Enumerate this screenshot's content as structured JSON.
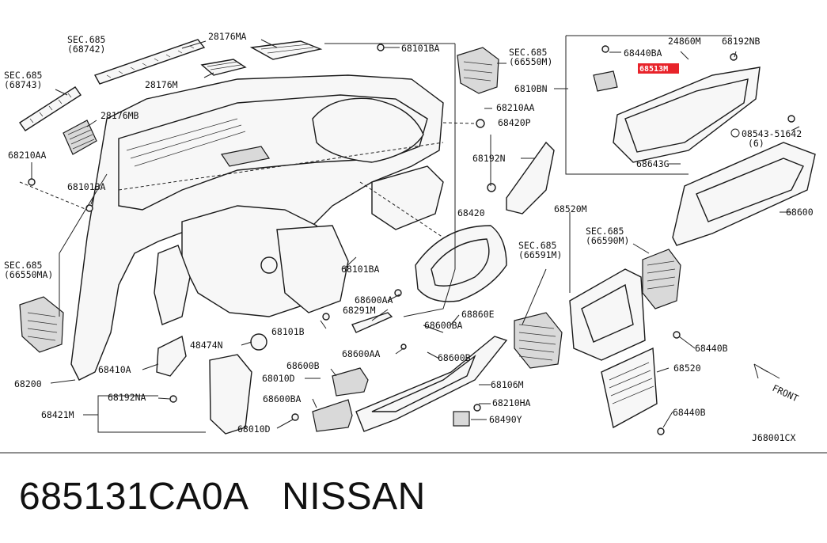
{
  "diagram": {
    "labels": [
      {
        "id": "sec685-68742-a",
        "text": "SEC.685"
      },
      {
        "id": "sec685-68742-b",
        "text": "(68742)"
      },
      {
        "id": "p28176MA",
        "text": "28176MA"
      },
      {
        "id": "sec685-68743-a",
        "text": "SEC.685"
      },
      {
        "id": "sec685-68743-b",
        "text": "(68743)"
      },
      {
        "id": "p28176M",
        "text": "28176M"
      },
      {
        "id": "p28176MB",
        "text": "28176MB"
      },
      {
        "id": "p68210AA-left",
        "text": "68210AA"
      },
      {
        "id": "p68101BA-top",
        "text": "68101BA"
      },
      {
        "id": "sec685-66550M-a",
        "text": "SEC.685"
      },
      {
        "id": "sec685-66550M-b",
        "text": "(66550M)"
      },
      {
        "id": "p6810BN",
        "text": "6810BN"
      },
      {
        "id": "p68440BA",
        "text": "68440BA"
      },
      {
        "id": "p24860M",
        "text": "24860M"
      },
      {
        "id": "p68192NB",
        "text": "68192NB"
      },
      {
        "id": "p68210AA-mid",
        "text": "68210AA"
      },
      {
        "id": "p68420P",
        "text": "68420P"
      },
      {
        "id": "p08543",
        "text": "08543-51642"
      },
      {
        "id": "p08543-qty",
        "text": "(6)"
      },
      {
        "id": "p68192N",
        "text": "68192N"
      },
      {
        "id": "p68643G",
        "text": "68643G"
      },
      {
        "id": "p68101BA-left",
        "text": "68101BA"
      },
      {
        "id": "p68420",
        "text": "68420"
      },
      {
        "id": "p68520M",
        "text": "68520M"
      },
      {
        "id": "p68600",
        "text": "68600"
      },
      {
        "id": "sec685-66590M-a",
        "text": "SEC.685"
      },
      {
        "id": "sec685-66590M-b",
        "text": "(66590M)"
      },
      {
        "id": "sec685-66591M-a",
        "text": "SEC.685"
      },
      {
        "id": "sec685-66591M-b",
        "text": "(66591M)"
      },
      {
        "id": "sec685-66550MA-a",
        "text": "SEC.685"
      },
      {
        "id": "sec685-66550MA-b",
        "text": "(66550MA)"
      },
      {
        "id": "p68101BA-mid",
        "text": "68101BA"
      },
      {
        "id": "p68600AA-a",
        "text": "68600AA"
      },
      {
        "id": "p68291M",
        "text": "68291M"
      },
      {
        "id": "p68860E",
        "text": "68860E"
      },
      {
        "id": "p68600BA",
        "text": "68600BA"
      },
      {
        "id": "p68101B",
        "text": "68101B"
      },
      {
        "id": "p48474N",
        "text": "48474N"
      },
      {
        "id": "p68600AA-b",
        "text": "68600AA"
      },
      {
        "id": "p68600B-a",
        "text": "68600B"
      },
      {
        "id": "p68600B-b",
        "text": "68600B"
      },
      {
        "id": "p68410A",
        "text": "68410A"
      },
      {
        "id": "p68440B-a",
        "text": "68440B"
      },
      {
        "id": "p68010D-a",
        "text": "68010D"
      },
      {
        "id": "p68106M",
        "text": "68106M"
      },
      {
        "id": "p68520",
        "text": "68520"
      },
      {
        "id": "p68200",
        "text": "68200"
      },
      {
        "id": "p68192NA",
        "text": "68192NA"
      },
      {
        "id": "p68600BA-b",
        "text": "68600BA"
      },
      {
        "id": "p68210HA",
        "text": "68210HA"
      },
      {
        "id": "p68421M",
        "text": "68421M"
      },
      {
        "id": "p68490Y",
        "text": "68490Y"
      },
      {
        "id": "p68440B-b",
        "text": "68440B"
      },
      {
        "id": "p68010D-b",
        "text": "68010D"
      },
      {
        "id": "front",
        "text": "FRONT"
      },
      {
        "id": "diagram-code",
        "text": "J68001CX"
      }
    ],
    "highlight": {
      "text": "68513M",
      "color": "#e8232a"
    }
  },
  "footer": {
    "part_number": "685131CA0A",
    "brand": "NISSAN"
  },
  "colors": {
    "line": "#222222",
    "highlight": "#e8232a",
    "background": "#ffffff"
  }
}
